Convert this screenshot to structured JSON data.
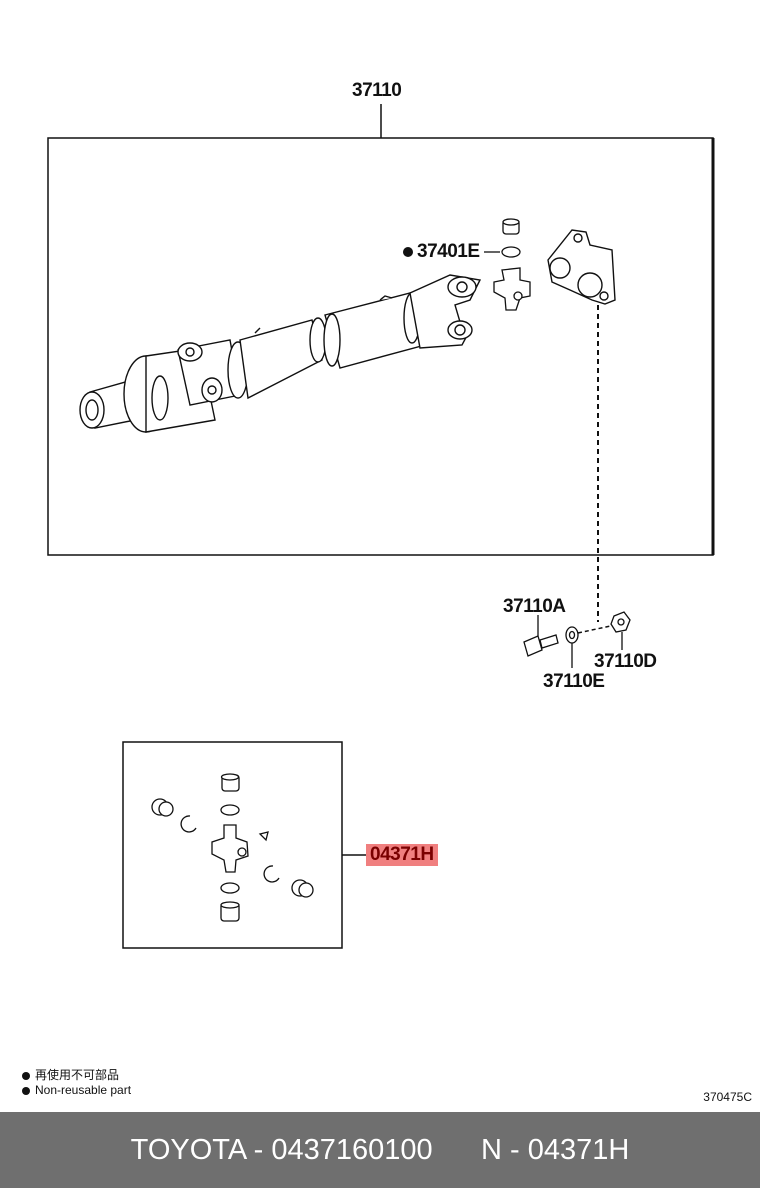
{
  "callouts": {
    "assembly": "37110",
    "spider_kit": "37401E",
    "bolt": "37110A",
    "nut": "37110D",
    "washer": "37110E",
    "repair_kit": "04371H"
  },
  "legend": {
    "japanese": "再使用不可部品",
    "english": "Non-reusable part"
  },
  "diagram_id": "370475C",
  "footer": {
    "brand_part": "TOYOTA - 0437160100",
    "ref": "N - 04371H"
  },
  "colors": {
    "highlight": "#f07f7f",
    "footer_bg": "#6f6f6f"
  }
}
